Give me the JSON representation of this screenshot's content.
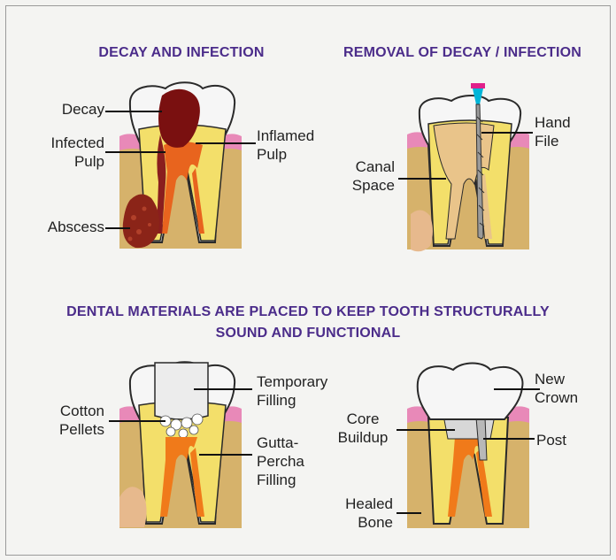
{
  "headings": {
    "decay_infection": "DECAY AND INFECTION",
    "removal": "REMOVAL OF DECAY / INFECTION",
    "materials_line1": "DENTAL MATERIALS ARE PLACED TO KEEP TOOTH STRUCTURALLY",
    "materials_line2": "SOUND AND FUNCTIONAL"
  },
  "panel1": {
    "decay": "Decay",
    "infected_pulp": [
      "Infected",
      "Pulp"
    ],
    "inflamed_pulp": [
      "Inflamed",
      "Pulp"
    ],
    "abscess": "Abscess"
  },
  "panel2": {
    "hand_file": [
      "Hand",
      "File"
    ],
    "canal_space": [
      "Canal",
      "Space"
    ]
  },
  "panel3": {
    "cotton_pellets": [
      "Cotton",
      "Pellets"
    ],
    "temporary_filling": [
      "Temporary",
      "Filling"
    ],
    "gutta_percha": [
      "Gutta-",
      "Percha",
      "Filling"
    ]
  },
  "panel4": {
    "new_crown": [
      "New",
      "Crown"
    ],
    "core_buildup": [
      "Core",
      "Buildup"
    ],
    "post": "Post",
    "healed_bone": [
      "Healed",
      "Bone"
    ]
  },
  "colors": {
    "heading": "#4b2c8a",
    "bone": "#d6b26b",
    "gum": "#e889b8",
    "enamel": "#f6f6f6",
    "dentin": "#f3df6a",
    "pulp": "#e8641e",
    "decay": "#7a1010",
    "abscess": "#8b2418",
    "gutta_percha": "#f07a1a",
    "canal_space": "#e9c48a",
    "abscess_healing": "#e7b98d",
    "file_handle": "#00b5d8",
    "file_cap": "#e0208a"
  }
}
